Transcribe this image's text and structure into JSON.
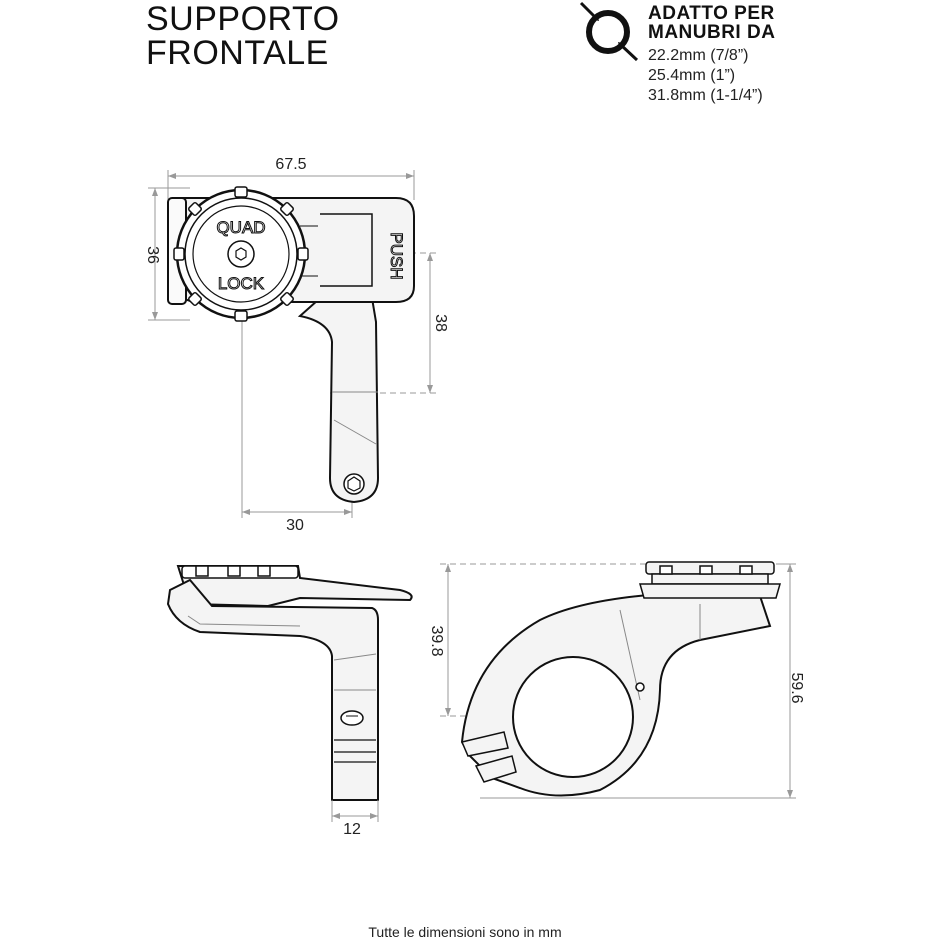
{
  "title": {
    "line1": "SUPPORTO",
    "line2": "FRONTALE"
  },
  "fit": {
    "heading_line1": "ADATTO PER",
    "heading_line2": "MANUBRI DA",
    "sizes": [
      "22.2mm (7/8”)",
      "25.4mm (1”)",
      "31.8mm (1-1/4”)"
    ],
    "icon": "handlebar-diameter-icon"
  },
  "dimensions": {
    "top_width": "67.5",
    "top_height": "36",
    "arm_drop": "38",
    "arm_offset": "30",
    "side_height": "39.8",
    "stem_width": "12",
    "clamp_height": "59.6"
  },
  "mount_text": {
    "quad": "QUAD",
    "lock": "LOCK",
    "push": "PUSH"
  },
  "footer": "Tutte le dimensioni sono in mm"
}
